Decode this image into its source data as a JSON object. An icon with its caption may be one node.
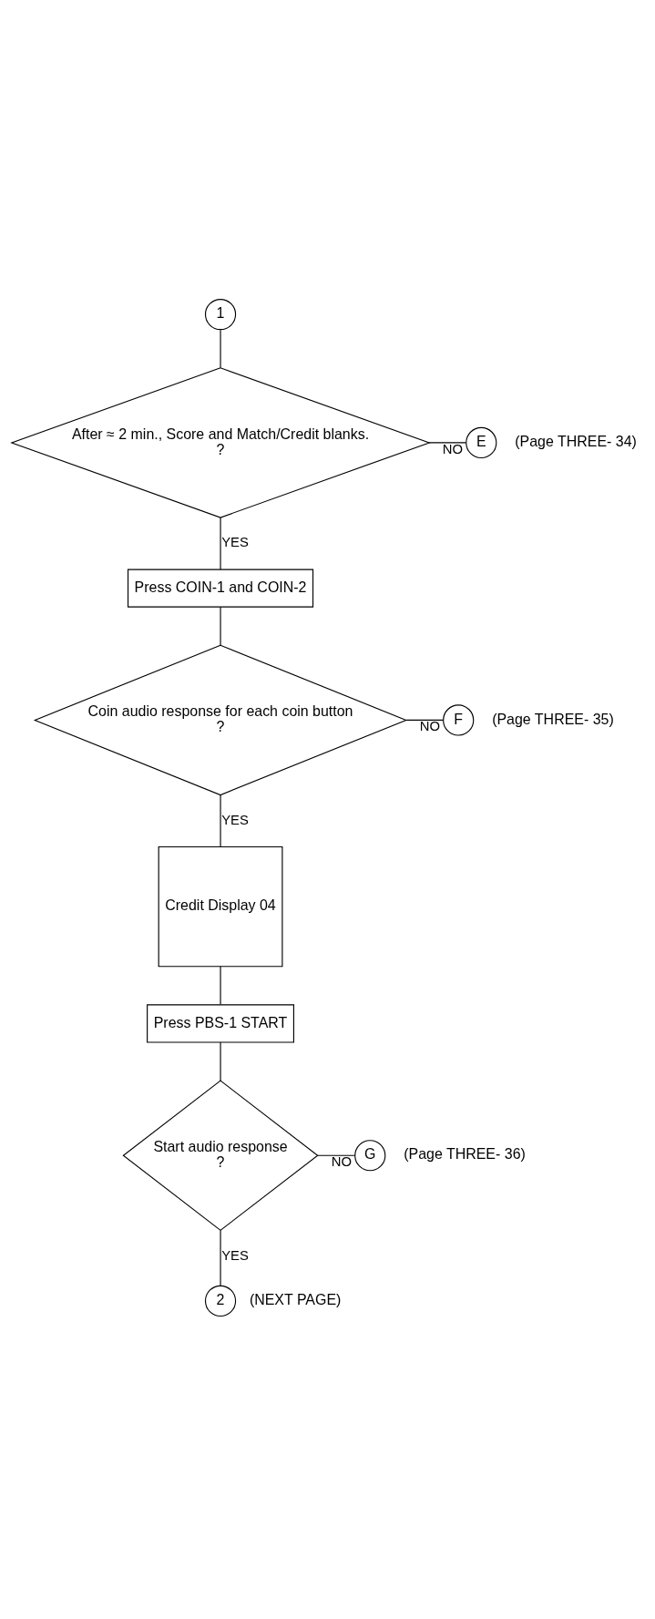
{
  "diagram": {
    "nodes": [
      {
        "text": [
          "1"
        ]
      },
      {
        "text": [
          "After ≈ 2 min., Score and Match/Credit blanks.",
          "?"
        ]
      },
      {
        "text": [
          "E"
        ],
        "beside": [
          "(Page THREE- 34)"
        ]
      },
      {
        "text": [
          "Press COIN-1 and COIN-2"
        ]
      },
      {
        "text": [
          "Coin audio response for each coin button",
          "?"
        ]
      },
      {
        "text": [
          "F"
        ],
        "beside": [
          "(Page THREE- 35)"
        ]
      },
      {
        "text": [
          "Credit Display 04"
        ]
      },
      {
        "text": [
          "Press PBS-1 START"
        ]
      },
      {
        "text": [
          "Start audio response",
          "?"
        ]
      },
      {
        "text": [
          "G"
        ],
        "beside": [
          "(Page THREE- 36)"
        ]
      },
      {
        "text": [
          "2"
        ],
        "beside": [
          "(NEXT PAGE)"
        ]
      }
    ],
    "edges": [
      {
        "from": 0,
        "to": 1,
        "arrow": "none"
      },
      {
        "from": 1,
        "to": 2,
        "arrow": "none",
        "label": "NO"
      },
      {
        "from": 1,
        "to": 3,
        "arrow": "none",
        "label": "YES"
      },
      {
        "from": 3,
        "to": 4,
        "arrow": "none"
      },
      {
        "from": 4,
        "to": 5,
        "arrow": "none",
        "label": "NO"
      },
      {
        "from": 4,
        "to": 6,
        "arrow": "none",
        "label": "YES"
      },
      {
        "from": 6,
        "to": 7,
        "arrow": "none"
      },
      {
        "from": 7,
        "to": 8,
        "arrow": "none"
      },
      {
        "from": 8,
        "to": 9,
        "arrow": "none",
        "label": "NO"
      },
      {
        "from": 8,
        "to": 10,
        "arrow": "none",
        "label": "YES"
      }
    ]
  }
}
